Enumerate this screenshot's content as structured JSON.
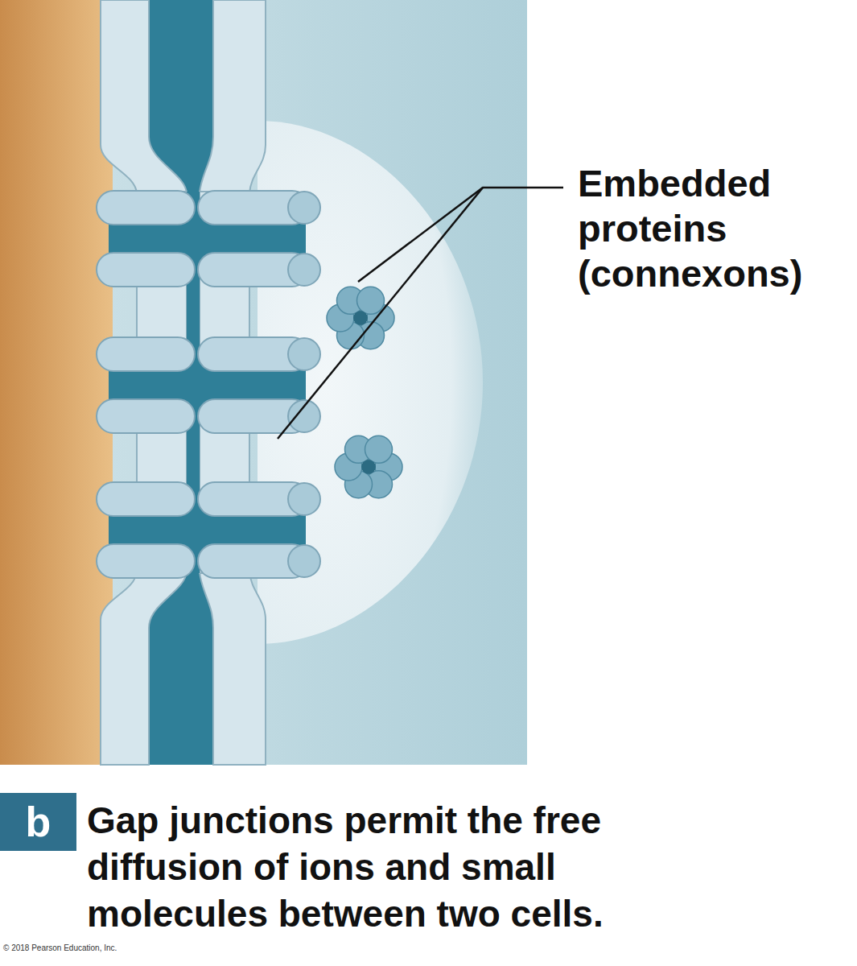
{
  "diagram": {
    "caption": "Gap junctions permit the free diffusion of ions and small molecules between two cells.",
    "nodes": [
      {
        "text": [
          "b"
        ]
      }
    ],
    "labels": [
      "Embedded proteins (connexons)",
      "© 2018 Pearson Education, Inc."
    ]
  }
}
